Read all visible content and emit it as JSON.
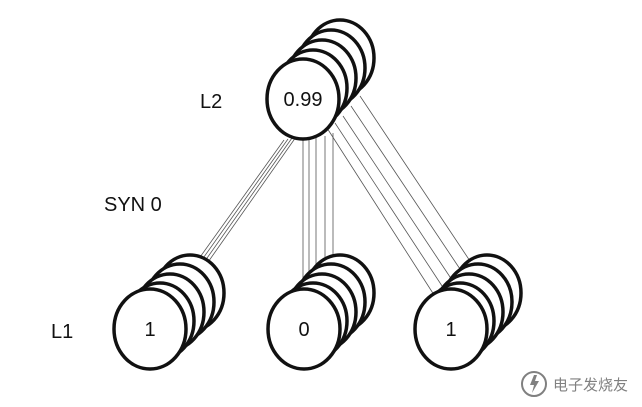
{
  "layers": {
    "l2": {
      "label": "L2",
      "nodes": [
        {
          "value": "0.99"
        }
      ]
    },
    "l1": {
      "label": "L1",
      "nodes": [
        {
          "value": "1"
        },
        {
          "value": "0"
        },
        {
          "value": "1"
        }
      ]
    }
  },
  "synapse_label": "SYN 0",
  "watermark": {
    "text": "电子发烧友",
    "icon": "electronics-logo-icon"
  }
}
